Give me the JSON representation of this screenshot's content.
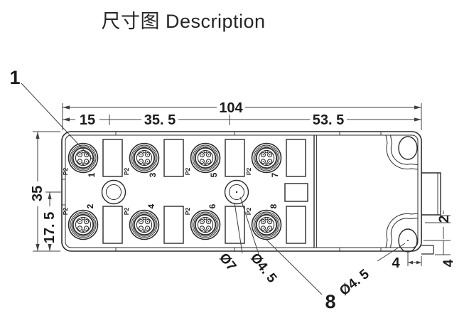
{
  "title": "尺寸图  Description",
  "dimensions": {
    "total_width": "104",
    "edge_to_first_port": "15",
    "port_span": "35. 5",
    "right_section": "53. 5",
    "body_height": "35",
    "half_height": "17. 5",
    "tab_to_hole": "2",
    "hole_to_bottom": "4",
    "hole_to_edge": "4"
  },
  "callouts": {
    "connector_ref": "1",
    "port8_ref": "8",
    "center_hole_outer_dia": "Ø7",
    "center_hole_inner_dia": "Ø4. 5",
    "mount_hole_dia": "Ø4. 5"
  },
  "ports": [
    {
      "num": "1",
      "mark": "P2"
    },
    {
      "num": "2",
      "mark": "P2"
    },
    {
      "num": "3",
      "mark": "P2"
    },
    {
      "num": "4",
      "mark": "P2"
    },
    {
      "num": "5",
      "mark": "P2"
    },
    {
      "num": "6",
      "mark": "P2"
    },
    {
      "num": "7",
      "mark": "P2"
    },
    {
      "num": "8",
      "mark": "P2"
    }
  ],
  "colors": {
    "line": "#2b2b2b",
    "dim_line": "#3f3f3f",
    "text": "#1b1b1b",
    "background": "#ffffff"
  }
}
